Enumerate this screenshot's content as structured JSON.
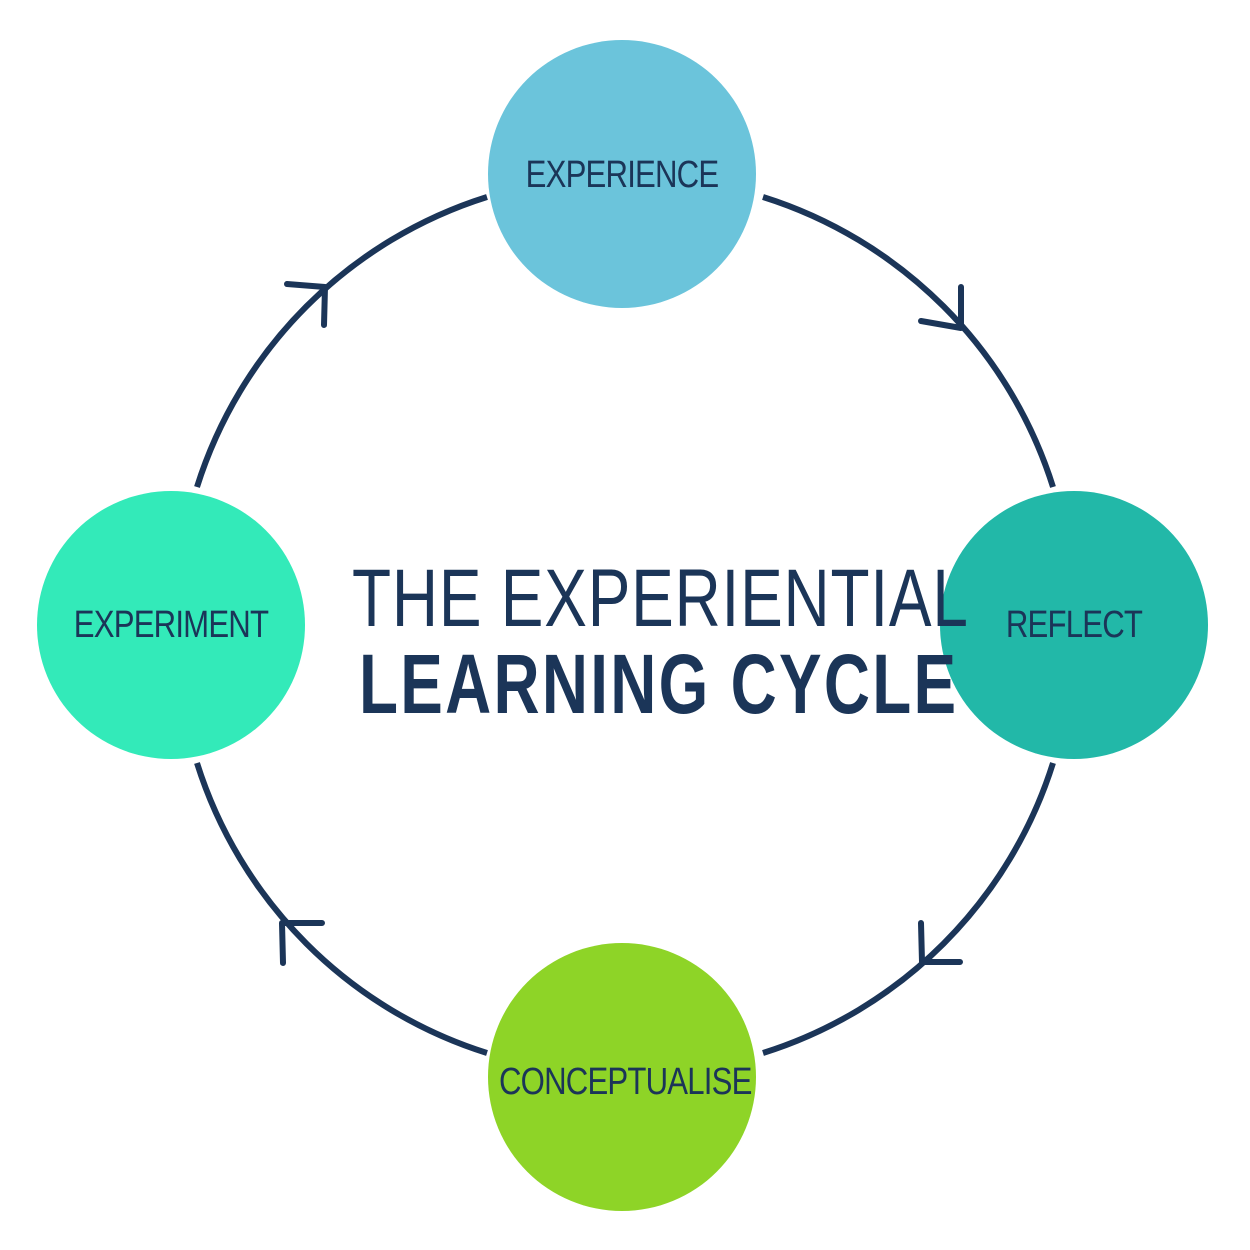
{
  "title": {
    "line1": "THE EXPERIENTIAL",
    "line2": "LEARNING CYCLE"
  },
  "colors": {
    "ink": "#1b3558",
    "ring": "#1b3558",
    "experience": "#6bc4db",
    "reflect": "#22b8a8",
    "conceptualise": "#8ed427",
    "experiment": "#33eab9"
  },
  "stages": [
    {
      "id": "experience",
      "label": "EXPERIENCE"
    },
    {
      "id": "reflect",
      "label": "REFLECT"
    },
    {
      "id": "conceptualise",
      "label": "CONCEPTUALISE"
    },
    {
      "id": "experiment",
      "label": "EXPERIMENT"
    }
  ]
}
